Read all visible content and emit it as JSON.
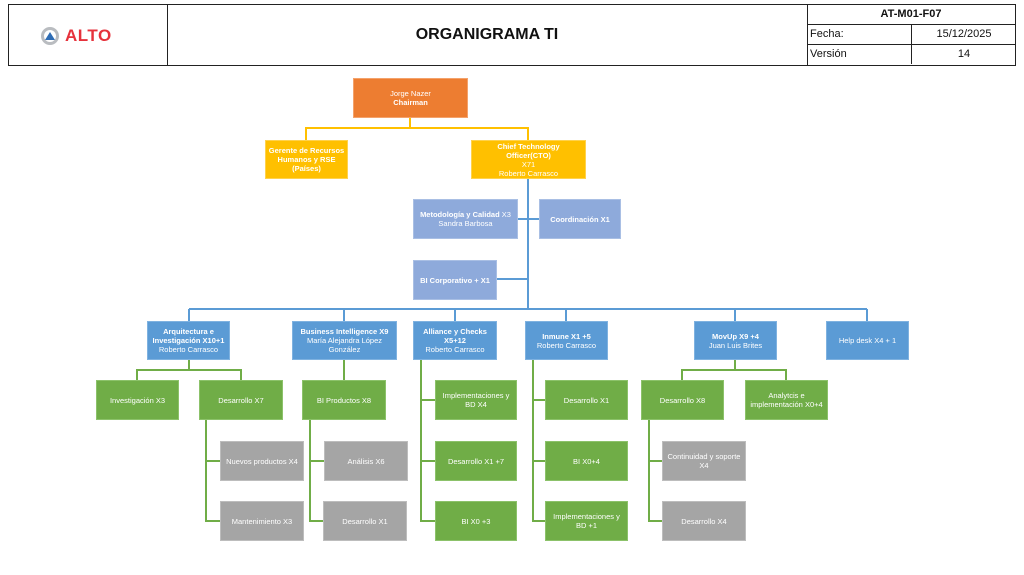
{
  "header": {
    "logo_text": "ALTO",
    "title": "ORGANIGRAMA TI",
    "doc_code": "AT-M01-F07",
    "fecha_label": "Fecha:",
    "fecha_value": "15/12/2025",
    "version_label": "Versión",
    "version_value": "14"
  },
  "colors": {
    "level0": "#ed7d31",
    "level1": "#ffc000",
    "staff": "#8eaadb",
    "areas": "#5b9bd5",
    "teams": "#70ad47",
    "subteams": "#a5a5a5",
    "logo_red": "#e6323c",
    "logo_blue": "#2f6db5"
  },
  "org": {
    "chairman": {
      "name": "Jorge Nazer",
      "role": "Chairman"
    },
    "hr": {
      "title": "Gerente de Recursos Humanos y RSE (Países)"
    },
    "cto": {
      "title": "Chief Technology Officer(CTO)",
      "count": "X71",
      "person": "Roberto Carrasco"
    },
    "metodologia": {
      "title": "Metodología y Calidad",
      "count": "X3",
      "person": "Sandra Barbosa"
    },
    "coordinacion": {
      "title": "Coordinación X1"
    },
    "bi_corporativo": {
      "title": "BI Corporativo + X1"
    },
    "areas": [
      {
        "title": "Arquitectura e Investigación X10+1",
        "person": "Roberto Carrasco"
      },
      {
        "title": "Business Intelligence X9",
        "person": "María Alejandra López González"
      },
      {
        "title": "Alliance y Checks X5+12",
        "person": "Roberto Carrasco"
      },
      {
        "title": "Inmune X1 +5",
        "person": "Roberto Carrasco"
      },
      {
        "title": "MovUp X9 +4",
        "person": "Juan Luis Brites"
      },
      {
        "title": "Help desk X4 + 1",
        "person": ""
      }
    ],
    "teams": {
      "arquitectura": [
        "Investigación X3",
        "Desarrollo X7"
      ],
      "arquitectura_desarrollo_sub": [
        "Nuevos productos X4",
        "Mantenimiento X3"
      ],
      "bi": [
        "BI Productos X8"
      ],
      "bi_productos_sub": [
        "Análisis X6",
        "Desarrollo X1"
      ],
      "alliance": [
        "Implementaciones y BD X4",
        "Desarrollo X1 +7",
        "BI X0 +3"
      ],
      "inmune": [
        "Desarrollo X1",
        "BI X0+4",
        "Implementaciones y BD +1"
      ],
      "movup": [
        "Desarrollo X8",
        "Analytcis e implementación X0+4"
      ],
      "movup_desarrollo_sub": [
        "Continuidad y soporte X4",
        "Desarrollo X4"
      ]
    }
  }
}
